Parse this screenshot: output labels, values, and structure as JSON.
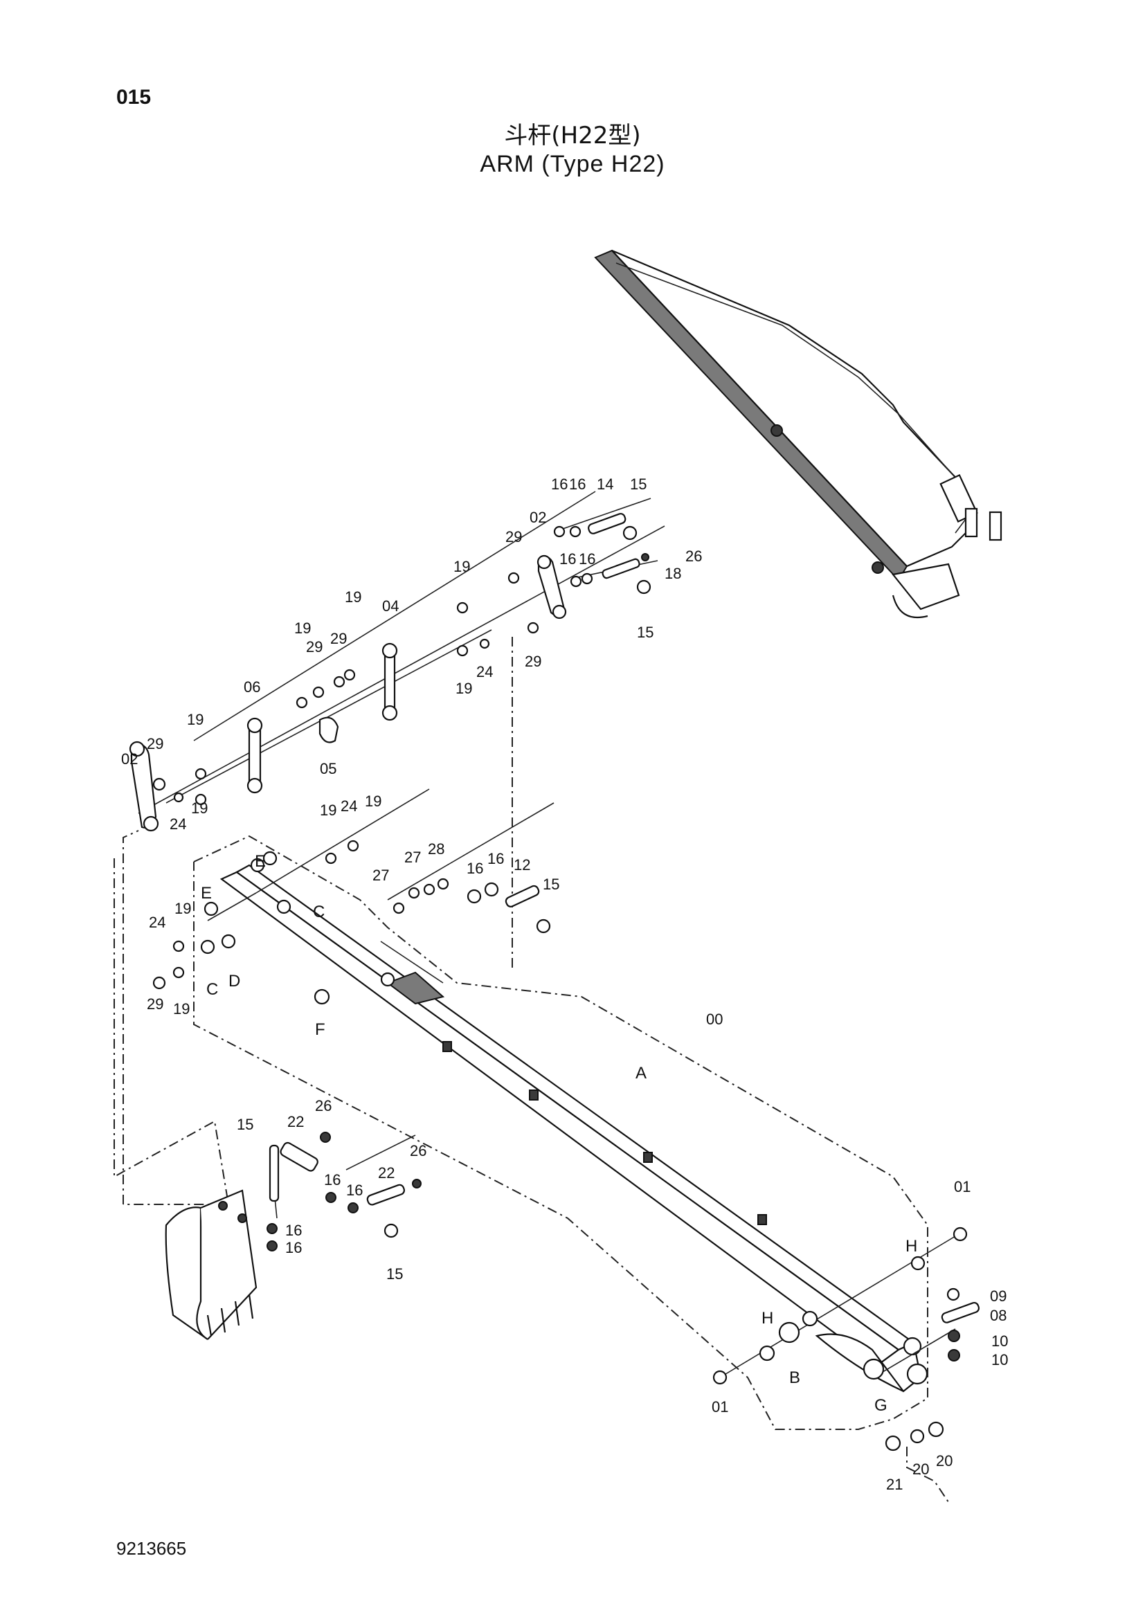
{
  "page_number": "015",
  "title_cn": "斗杆(H22型)",
  "title_en": "ARM (Type H22)",
  "document_number": "9213665",
  "callouts": {
    "c00": "00",
    "c01a": "01",
    "c01b": "01",
    "c02a": "02",
    "c02b": "02",
    "c04": "04",
    "c05": "05",
    "c06": "06",
    "c08": "08",
    "c09": "09",
    "c10a": "10",
    "c10b": "10",
    "c12": "12",
    "c14": "14",
    "c15a": "15",
    "c15b": "15",
    "c15c": "15",
    "c15d": "15",
    "c15e": "15",
    "c16a": "16",
    "c16b": "16",
    "c16c": "16",
    "c16d": "16",
    "c16e": "16",
    "c16f": "16",
    "c16g": "16",
    "c16h": "16",
    "c16i": "16",
    "c16j": "16",
    "c18": "18",
    "c19a": "19",
    "c19b": "19",
    "c19c": "19",
    "c19d": "19",
    "c19e": "19",
    "c19f": "19",
    "c19g": "19",
    "c19h": "19",
    "c19i": "19",
    "c19j": "19",
    "c20a": "20",
    "c20b": "20",
    "c21": "21",
    "c22a": "22",
    "c22b": "22",
    "c24a": "24",
    "c24b": "24",
    "c24c": "24",
    "c24d": "24",
    "c26a": "26",
    "c26b": "26",
    "c26c": "26",
    "c27": "27",
    "c28": "28",
    "c29a": "29",
    "c29b": "29",
    "c29c": "29",
    "c29d": "29",
    "c29e": "29",
    "c29f": "29",
    "cA": "A",
    "cB": "B",
    "cC1": "C",
    "cC2": "C",
    "cD": "D",
    "cE1": "E",
    "cE2": "E",
    "cF": "F",
    "cG": "G",
    "cH1": "H",
    "cH2": "H"
  }
}
